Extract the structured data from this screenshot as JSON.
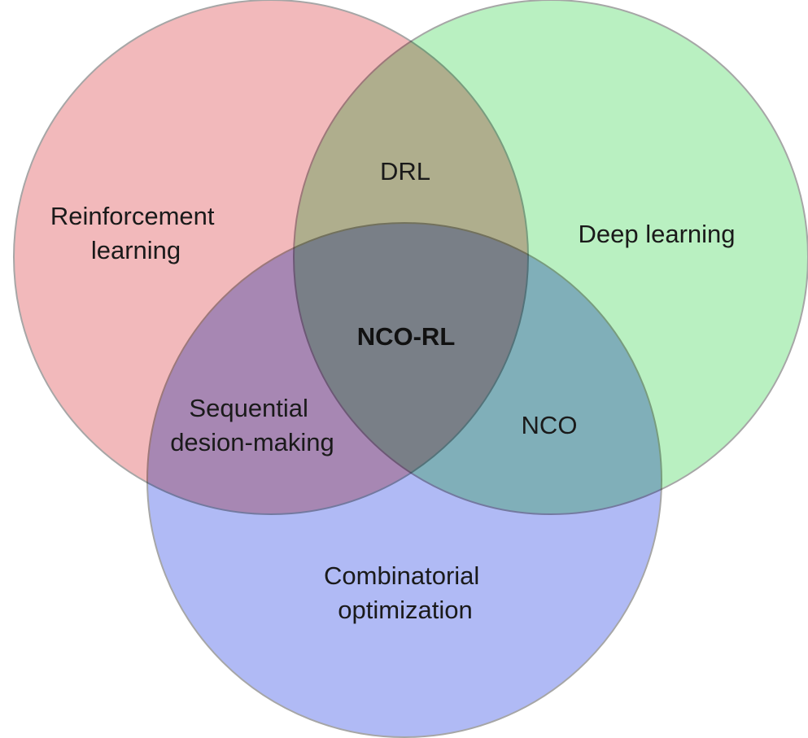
{
  "sets": [
    {
      "key": "rl",
      "label_lines": [
        "Reinforcement",
        "learning"
      ],
      "color": "#f2b9bb"
    },
    {
      "key": "dl",
      "label_lines": [
        "Deep learning"
      ],
      "color": "#b9f0c1"
    },
    {
      "key": "co",
      "label_lines": [
        "Combinatorial",
        "optimization"
      ],
      "color": "#b0baf5"
    }
  ],
  "intersections": {
    "rl_dl": {
      "label": "DRL"
    },
    "rl_co": {
      "label_lines": [
        "Sequential",
        "desion-making"
      ]
    },
    "dl_co": {
      "label": "NCO"
    },
    "all": {
      "label": "NCO-RL"
    }
  }
}
